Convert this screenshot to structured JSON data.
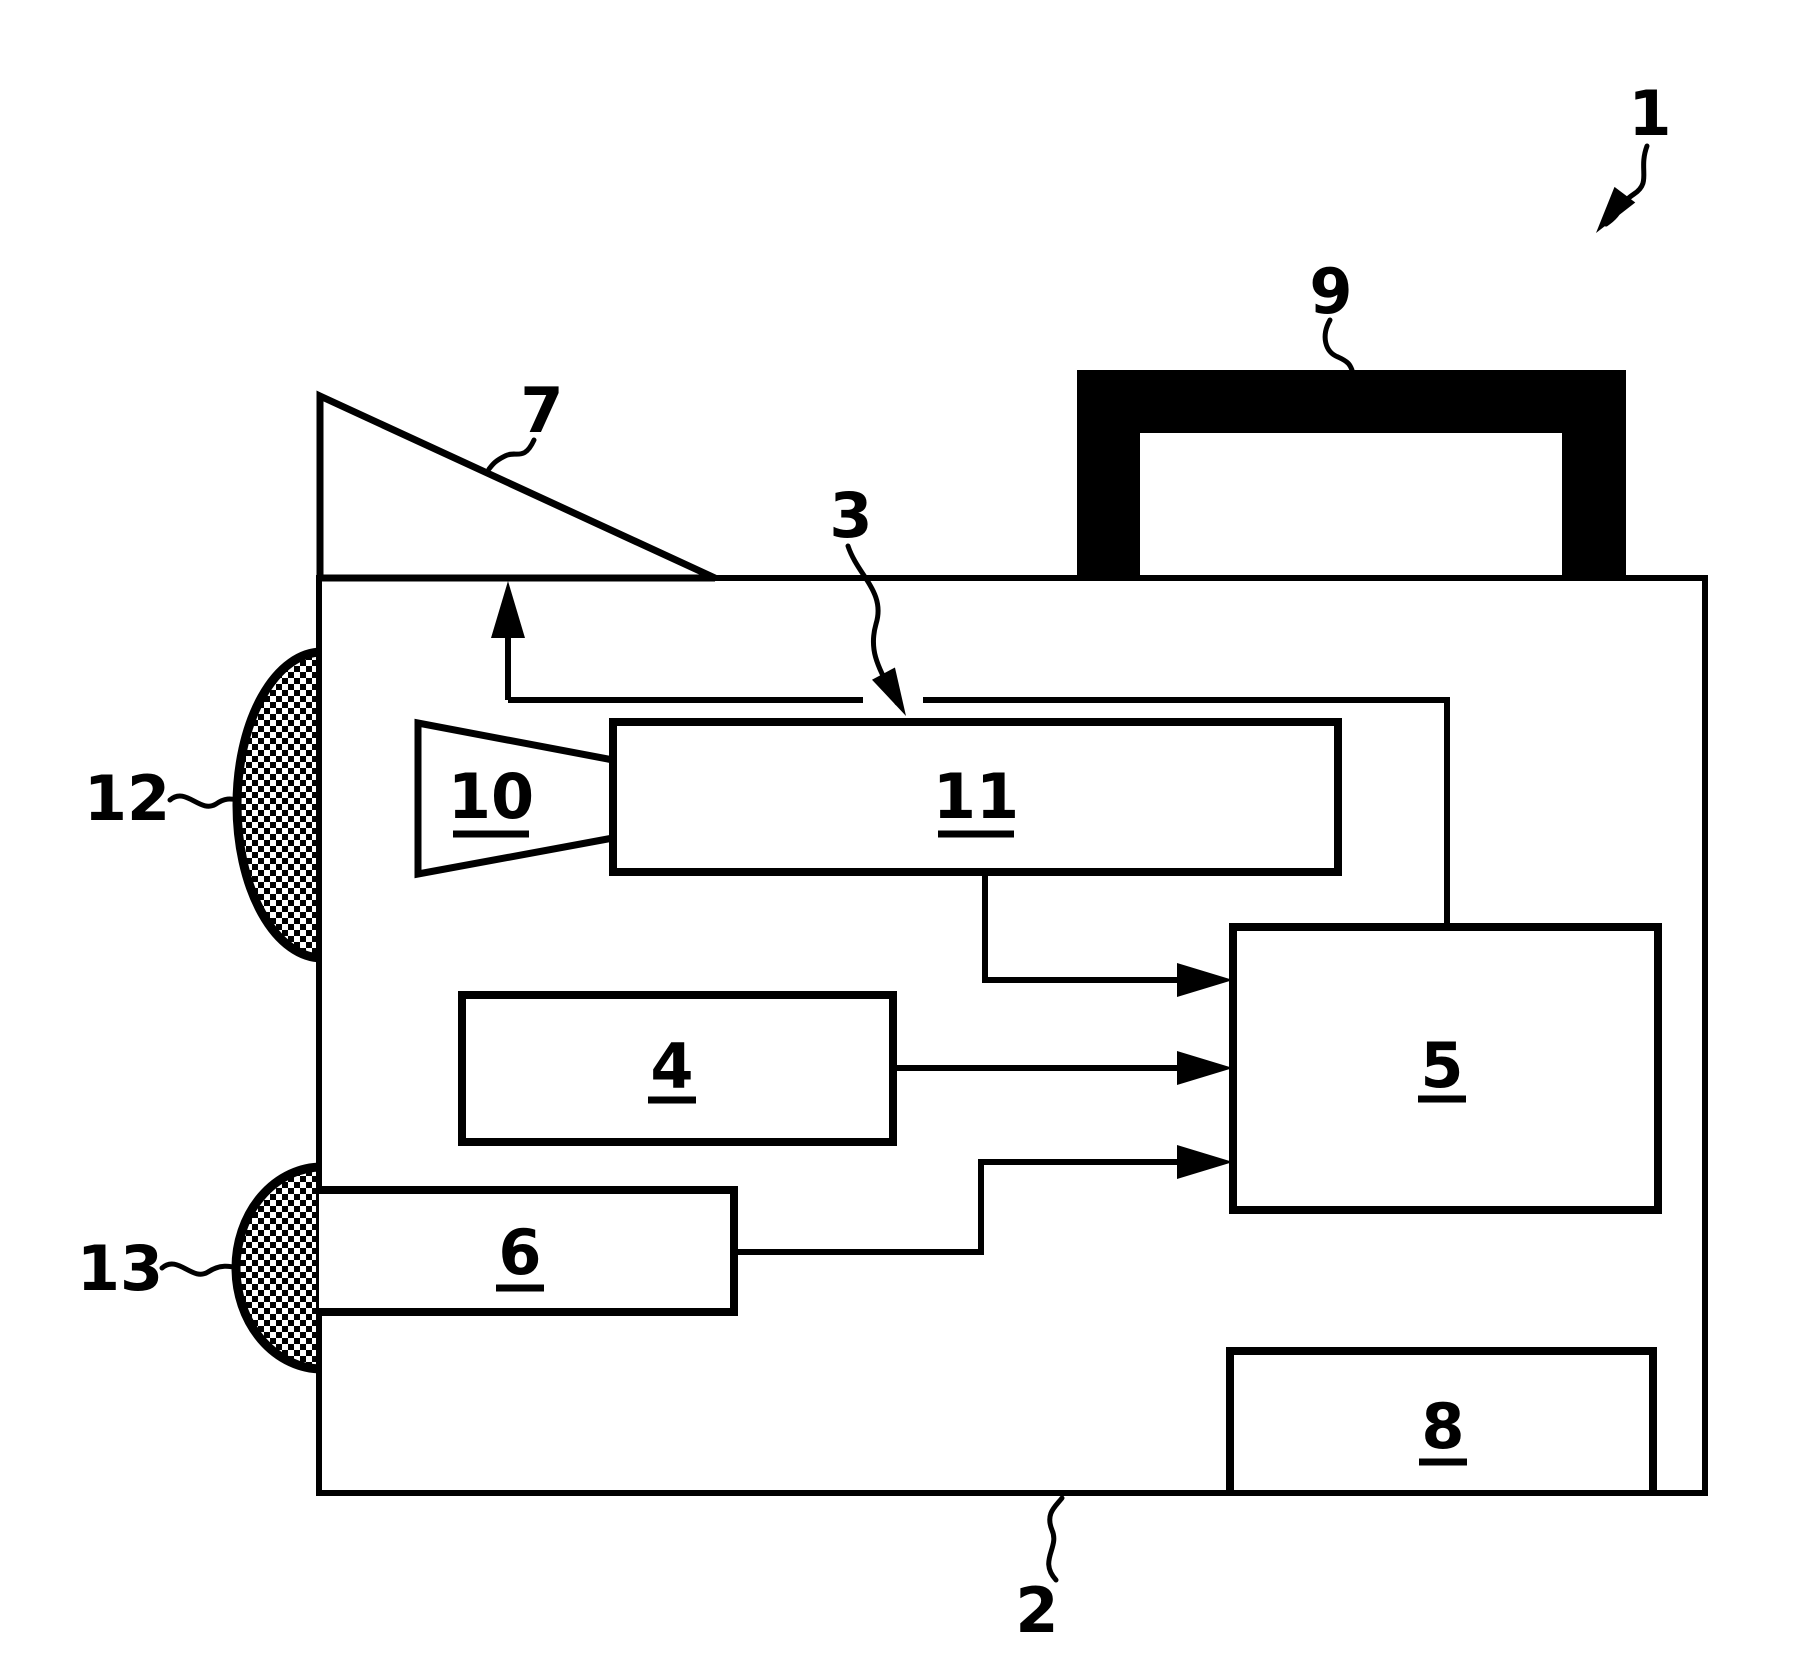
{
  "figure": {
    "kind": "patent-block-diagram",
    "background_color": "#ffffff",
    "line_color": "#000000",
    "reference_labels": {
      "n1": "1",
      "n2": "2",
      "n3": "3",
      "n7": "7",
      "n9": "9",
      "n12": "12",
      "n13": "13"
    },
    "block_labels": {
      "n4": "4",
      "n5": "5",
      "n6": "6",
      "n8": "8",
      "n10": "10",
      "n11": "11"
    }
  }
}
